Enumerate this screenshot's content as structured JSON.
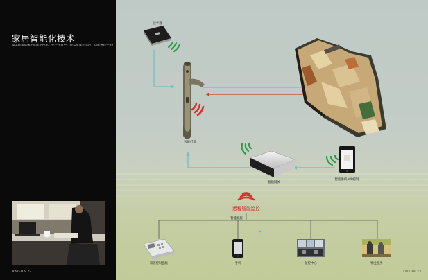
{
  "page": {
    "title": "家居智能化技术",
    "subtitle": "本工程家居采用智能化技术，住户在家中、办公室或外出时，均能通过手机控制家居设备。",
    "folio_left": "KAKEN S 22",
    "folio_right": "XINZHAI 23"
  },
  "diagram": {
    "nodes": {
      "card_reader": "读卡器",
      "smart_lock": "智能门锁",
      "gateway": "智能网关",
      "mobile_app": "智能手机APP控制",
      "hub": "远程智能监控",
      "bus": "智能家居",
      "wall_panel": "家居控制面板",
      "phone": "手机",
      "surveillance": "监控中心",
      "property": "物业服务"
    },
    "icons": [
      "wifi-signal-icon",
      "card-reader-icon",
      "door-handle-icon",
      "gateway-icon",
      "smartphone-icon",
      "floorplan-3d-icon"
    ],
    "colors": {
      "left_panel": "#0a0a0a",
      "connector_teal": "#6fbcc3",
      "connector_red": "#d23a32",
      "signal_green": "#2f9a4a",
      "signal_red": "#d7332b",
      "hub_text": "#c0282a"
    }
  }
}
